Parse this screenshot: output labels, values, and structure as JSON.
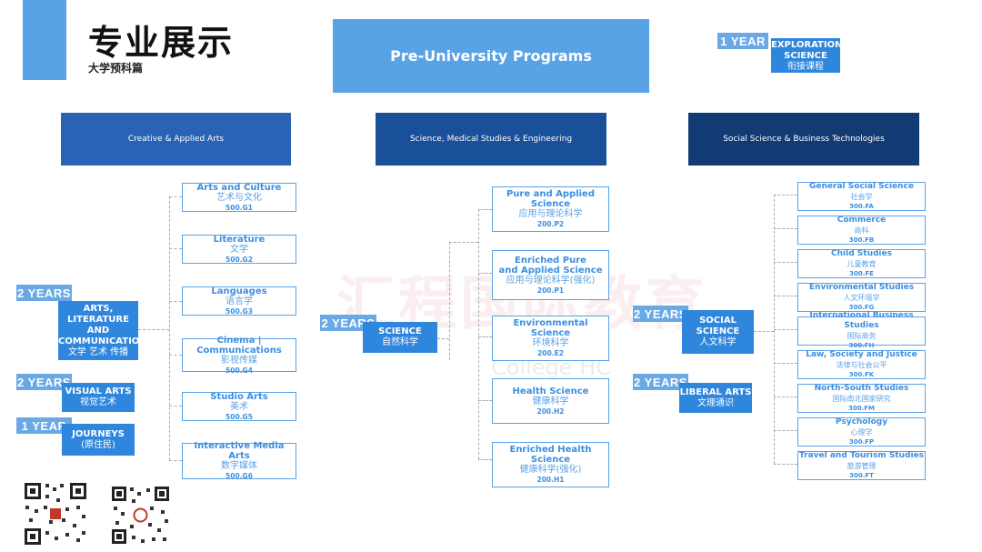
{
  "header": {
    "title": "专业展示",
    "subtitle": "大学预科篇"
  },
  "banner": "Pre-University Programs",
  "explorations": {
    "tag": "1 YEAR",
    "en1": "EXPLORATIONS",
    "en2": "SCIENCE",
    "zh": "衔接课程"
  },
  "categories": [
    {
      "label": "Creative & Applied Arts",
      "color": "#2a62b6"
    },
    {
      "label": "Science, Medical Studies & Engineering",
      "color": "#1a4f9a"
    },
    {
      "label": "Social Science & Business Technologies",
      "color": "#123a73"
    }
  ],
  "left": {
    "tags": [
      "2 YEARS",
      "2 YEARS",
      "1 YEAR"
    ],
    "arts": {
      "en1": "ARTS, LITERATURE",
      "en2": "AND",
      "en3": "COMMUNICATION",
      "zh": "文学 艺术 传播"
    },
    "visual": {
      "en": "VISUAL ARTS",
      "zh": "视觉艺术"
    },
    "journeys": {
      "en": "JOURNEYS",
      "zh": "(原住民)"
    },
    "cards": [
      {
        "en": "Arts and Culture",
        "zh": "艺术与文化",
        "code": "500.G1"
      },
      {
        "en": "Literature",
        "zh": "文学",
        "code": "500.G2"
      },
      {
        "en": "Languages",
        "zh": "语言学",
        "code": "500.G3"
      },
      {
        "en": "Cinema | Communications",
        "zh": "影视传媒",
        "code": "500.G4"
      },
      {
        "en": "Studio Arts",
        "zh": "美术",
        "code": "500.G5"
      },
      {
        "en": "Interactive Media Arts",
        "zh": "数字媒体",
        "code": "500.G6"
      }
    ]
  },
  "middle": {
    "tag": "2 YEARS",
    "science": {
      "en": "SCIENCE",
      "zh": "自然科学"
    },
    "cards": [
      {
        "en": "Pure and  Applied Science",
        "zh": "应用与理论科学",
        "code": "200.P2"
      },
      {
        "en": "Enriched Pure",
        "en2": "and Applied Science",
        "zh": "应用与理论科学(强化)",
        "code": "200.P1"
      },
      {
        "en": "Environmental Science",
        "zh": "环境科学",
        "code": "200.E2"
      },
      {
        "en": "Health Science",
        "zh": "健康科学",
        "code": "200.H2"
      },
      {
        "en": "Enriched  Health Science",
        "zh": "健康科学(强化)",
        "code": "200.H1"
      }
    ]
  },
  "right": {
    "tags": [
      "2 YEARS",
      "2 YEARS"
    ],
    "social": {
      "en1": "SOCIAL",
      "en2": "SCIENCE",
      "zh": "人文科学"
    },
    "liberal": {
      "en": "LIBERAL ARTS",
      "zh": "文理通识"
    },
    "cards": [
      {
        "en": "General Social Science",
        "zh": "社会学",
        "code": "300.FA"
      },
      {
        "en": "Commerce",
        "zh": "商科",
        "code": "300.FB"
      },
      {
        "en": "Child Studies",
        "zh": "儿童教育",
        "code": "300.FE"
      },
      {
        "en": "Environmental Studies",
        "zh": "人文环境学",
        "code": "300.FG"
      },
      {
        "en": "International Business Studies",
        "zh": "国际商务",
        "code": "300.FH"
      },
      {
        "en": "Law, Society and Justice",
        "zh": "法律与社会公平",
        "code": "300.FK"
      },
      {
        "en": "North-South Studies",
        "zh": "国际南北国家研究",
        "code": "300.FM"
      },
      {
        "en": "Psychology",
        "zh": "心理学",
        "code": "300.FP"
      },
      {
        "en": "Travel and Tourism Studies",
        "zh": "旅游管理",
        "code": "300.FT"
      }
    ]
  },
  "watermark": {
    "zh": "汇程国际教育",
    "en": "College HC"
  }
}
